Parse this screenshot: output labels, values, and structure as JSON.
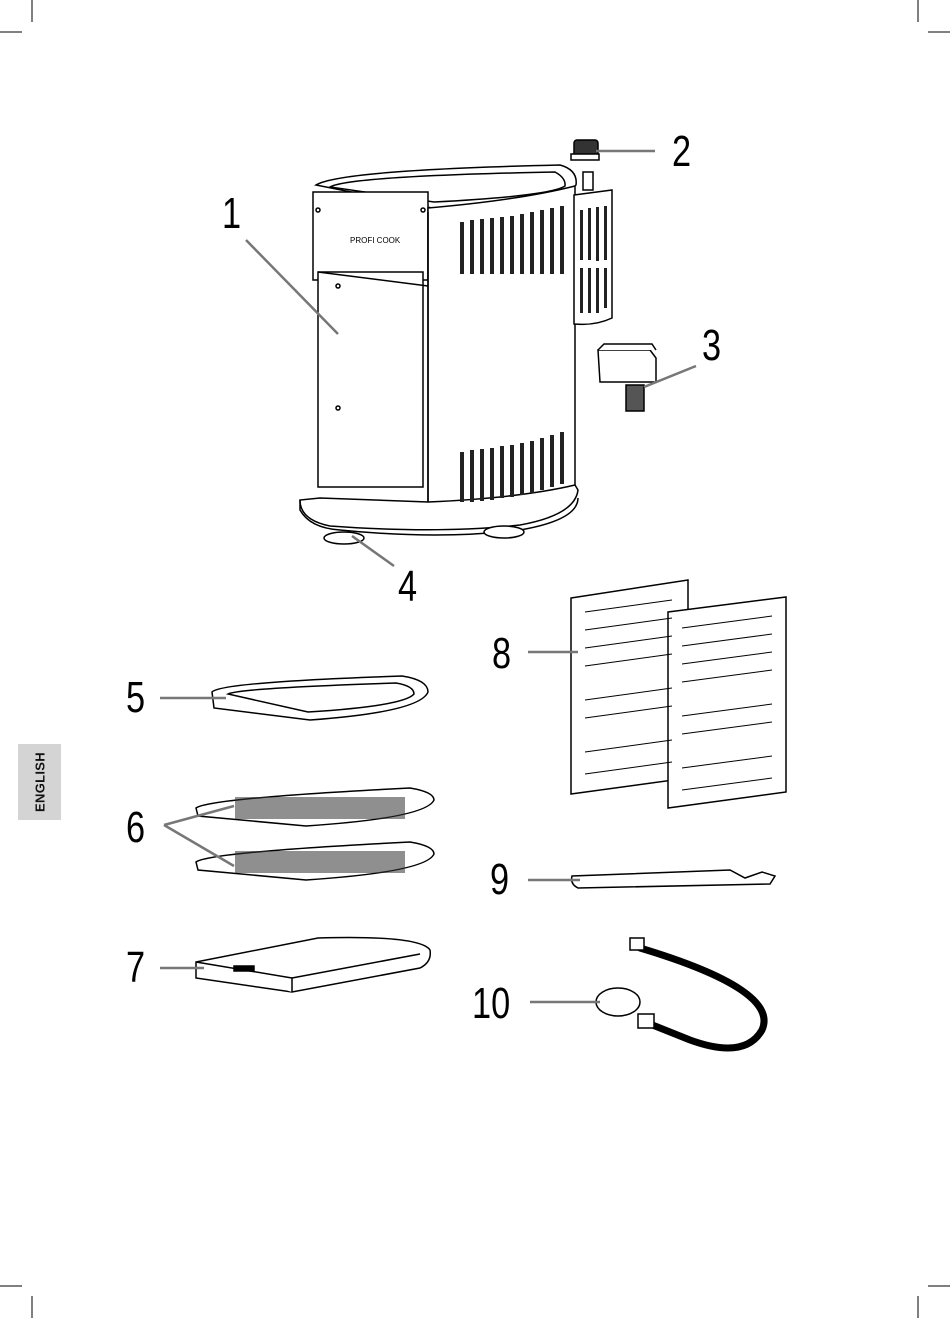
{
  "language_tab": "ENGLISH",
  "brand_logo": "PROFI COOK",
  "callouts": [
    {
      "id": "1",
      "label": "1"
    },
    {
      "id": "2",
      "label": "2"
    },
    {
      "id": "3",
      "label": "3"
    },
    {
      "id": "4",
      "label": "4"
    },
    {
      "id": "5",
      "label": "5"
    },
    {
      "id": "6",
      "label": "6"
    },
    {
      "id": "7",
      "label": "7"
    },
    {
      "id": "8",
      "label": "8"
    },
    {
      "id": "9",
      "label": "9"
    },
    {
      "id": "10",
      "label": "10"
    }
  ],
  "colors": {
    "line": "#000000",
    "callout_line": "#777777",
    "tab_bg": "#d4d4d4"
  }
}
